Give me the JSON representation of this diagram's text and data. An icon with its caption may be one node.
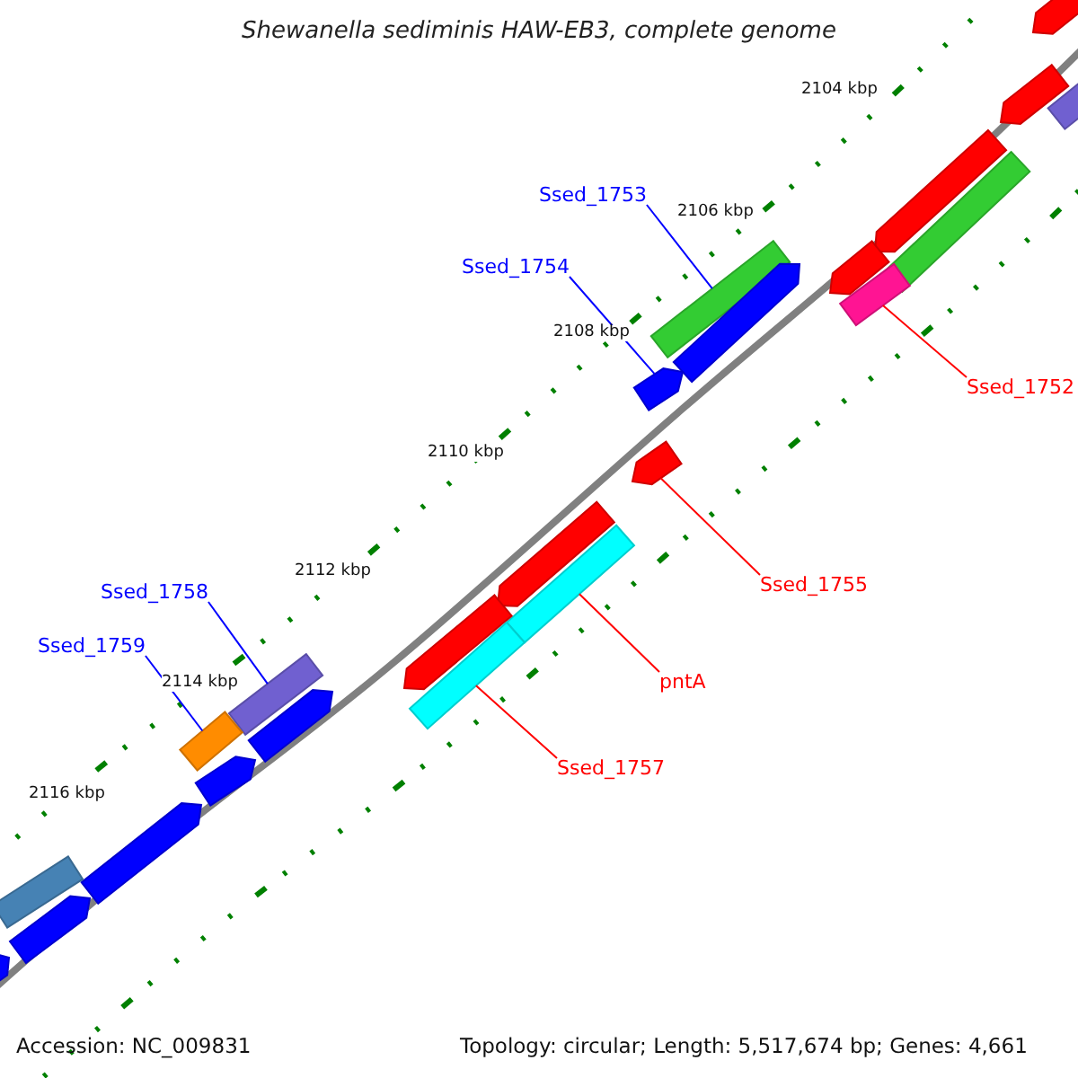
{
  "diagram": {
    "title": "Shewanella sediminis HAW-EB3, complete genome",
    "nodes": [
      {
        "text": [
          "Ssed_1753"
        ]
      },
      {
        "text": [
          "Ssed_1754"
        ]
      },
      {
        "text": [
          "Ssed_1752"
        ]
      },
      {
        "text": [
          "Ssed_1755"
        ]
      },
      {
        "text": [
          "pntA"
        ]
      },
      {
        "text": [
          "Ssed_1757"
        ]
      },
      {
        "text": [
          "Ssed_1758"
        ]
      },
      {
        "text": [
          "Ssed_1759"
        ]
      },
      {
        "text": [],
        "shape": "arrow"
      },
      {
        "text": [],
        "shape": "arrow"
      },
      {
        "text": [],
        "shape": "bar"
      },
      {
        "text": [],
        "shape": "arrow"
      },
      {
        "text": [],
        "shape": "bar"
      },
      {
        "text": [],
        "shape": "arrow"
      },
      {
        "text": [],
        "shape": "bar"
      },
      {
        "text": [],
        "shape": "bar"
      },
      {
        "text": [],
        "shape": "arrow"
      },
      {
        "text": [],
        "shape": "arrow"
      },
      {
        "text": [],
        "shape": "arrow"
      },
      {
        "text": [],
        "shape": "arrow"
      },
      {
        "text": [],
        "shape": "bar"
      },
      {
        "text": [],
        "shape": "arrow"
      },
      {
        "text": [],
        "shape": "bar"
      },
      {
        "text": [],
        "shape": "bar"
      },
      {
        "text": [],
        "shape": "arrow"
      },
      {
        "text": [],
        "shape": "bar"
      },
      {
        "text": [],
        "shape": "arrow"
      },
      {
        "text": [],
        "shape": "arrow"
      },
      {
        "text": [],
        "shape": "bar"
      },
      {
        "text": [],
        "shape": "arrow"
      },
      {
        "text": [],
        "shape": "arrow"
      }
    ],
    "edges": [
      {
        "from": 0,
        "to": 15,
        "arrow": "none",
        "color": "#0000ff"
      },
      {
        "from": 1,
        "to": 17,
        "arrow": "none",
        "color": "#0000ff"
      },
      {
        "from": 2,
        "to": 14,
        "arrow": "none",
        "color": "#ff0000"
      },
      {
        "from": 3,
        "to": 18,
        "arrow": "none",
        "color": "#ff0000"
      },
      {
        "from": 4,
        "to": 20,
        "arrow": "none",
        "color": "#ff0000"
      },
      {
        "from": 5,
        "to": 22,
        "arrow": "none",
        "color": "#ff0000"
      },
      {
        "from": 6,
        "to": 23,
        "arrow": "none",
        "color": "#0000ff"
      },
      {
        "from": 7,
        "to": 25,
        "arrow": "none",
        "color": "#0000ff"
      }
    ],
    "labels": [
      "2104 kbp",
      "2106 kbp",
      "2108 kbp",
      "2110 kbp",
      "2112 kbp",
      "2114 kbp",
      "2116 kbp",
      "Accession: NC_009831",
      "Topology: circular; Length: 5,517,674 bp; Genes: 4,661"
    ]
  }
}
